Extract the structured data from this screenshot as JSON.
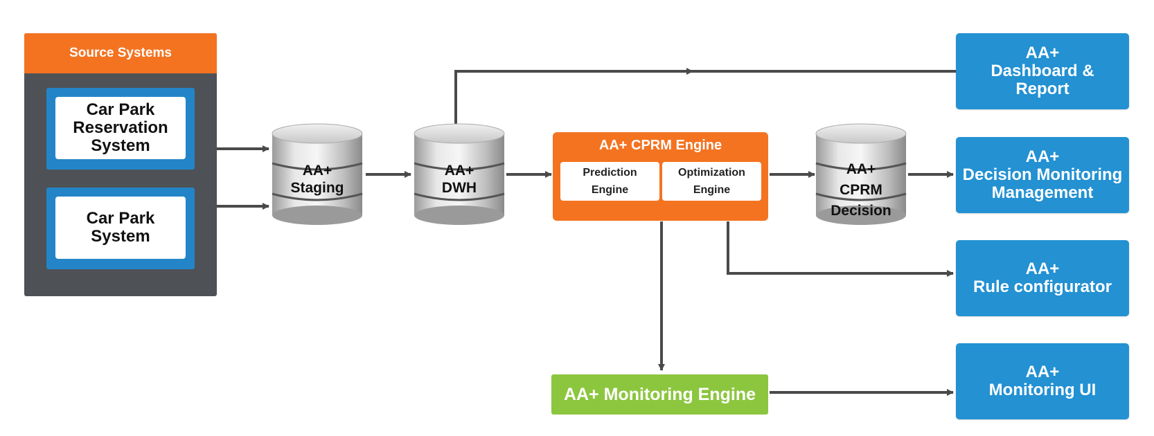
{
  "source_systems": {
    "header": "Source Systems",
    "systems": [
      "Car Park\nReservation\nSystem",
      "Car Park\nSystem"
    ]
  },
  "databases": {
    "staging": "AA+\nStaging",
    "dwh": "AA+\nDWH",
    "cprm_decision": "AA+\nCPRM\nDecision"
  },
  "engine": {
    "title": "AA+ CPRM Engine",
    "prediction": "Prediction\nEngine",
    "optimization": "Optimization\nEngine"
  },
  "monitoring_engine": "AA+ Monitoring Engine",
  "outputs": {
    "dashboard": "AA+\nDashboard &\nReport",
    "decision_monitoring": "AA+\nDecision Monitoring\nManagement",
    "rule_configurator": "AA+\nRule configurator",
    "monitoring_ui": "AA+\nMonitoring UI"
  },
  "colors": {
    "orange": "#f47321",
    "panel_gray": "#4e5256",
    "blue": "#2391d2",
    "green": "#8cc63f",
    "arrow": "#4a4a4a"
  }
}
